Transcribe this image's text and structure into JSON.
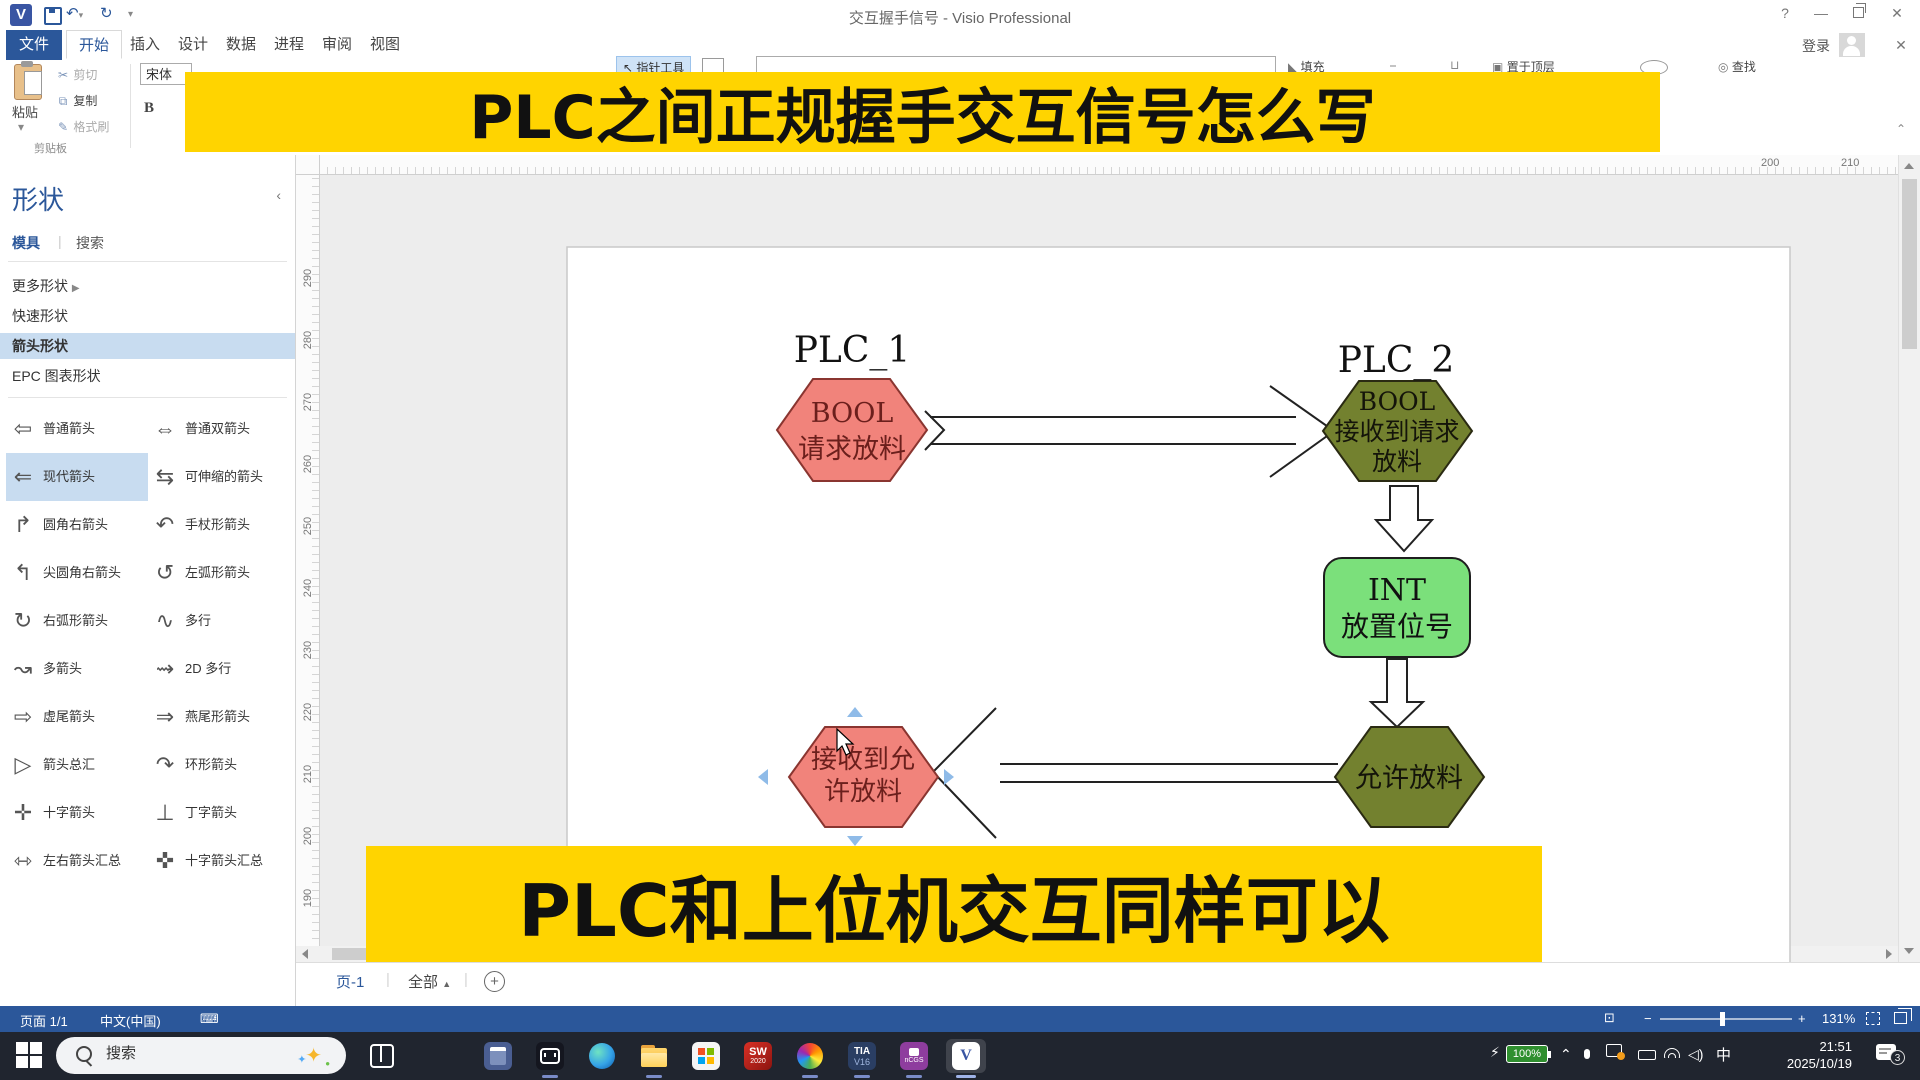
{
  "window": {
    "title": "交互握手信号 - Visio Professional",
    "signin_label": "登录",
    "controls": {
      "help": "?",
      "minimize": "—",
      "close": "✕"
    }
  },
  "ribbon": {
    "tabs": [
      {
        "label": "文件"
      },
      {
        "label": "开始"
      },
      {
        "label": "插入"
      },
      {
        "label": "设计"
      },
      {
        "label": "数据"
      },
      {
        "label": "进程"
      },
      {
        "label": "审阅"
      },
      {
        "label": "视图"
      }
    ],
    "active_tab": "开始",
    "clipboard": {
      "paste": "粘贴",
      "cut": "剪切",
      "copy": "复制",
      "format_painter": "格式刷",
      "group_label": "剪贴板"
    },
    "font_name": "宋体",
    "bold_label": "B",
    "pointer_tool": "指针工具",
    "fill_label": "填充",
    "bring_front_label": "置于顶层",
    "find_label": "查找"
  },
  "banners": {
    "top": "PLC之间正规握手交互信号怎么写",
    "bottom": "PLC和上位机交互同样可以",
    "background": "#FFD400",
    "text_color": "#111111"
  },
  "shapes_panel": {
    "title": "形状",
    "collapse_icon": "‹",
    "tabs": [
      {
        "label": "模具",
        "active": true
      },
      {
        "label": "搜索",
        "active": false
      }
    ],
    "more_shapes": "更多形状",
    "quick_shapes": "快速形状",
    "arrow_shapes": "箭头形状",
    "epc_shapes": "EPC 图表形状",
    "selected_category": "箭头形状",
    "selected_item": "现代箭头",
    "items": [
      {
        "glyph": "⇦",
        "label": "普通箭头"
      },
      {
        "glyph": "⇔",
        "label": "普通双箭头"
      },
      {
        "glyph": "⇐",
        "label": "现代箭头"
      },
      {
        "glyph": "⇆",
        "label": "可伸缩的箭头"
      },
      {
        "glyph": "↱",
        "label": "圆角右箭头"
      },
      {
        "glyph": "↶",
        "label": "手杖形箭头"
      },
      {
        "glyph": "↰",
        "label": "尖圆角右箭头"
      },
      {
        "glyph": "↺",
        "label": "左弧形箭头"
      },
      {
        "glyph": "↻",
        "label": "右弧形箭头"
      },
      {
        "glyph": "∿",
        "label": "多行"
      },
      {
        "glyph": "↝",
        "label": "多箭头"
      },
      {
        "glyph": "⇝",
        "label": "2D 多行"
      },
      {
        "glyph": "⇨",
        "label": "虚尾箭头"
      },
      {
        "glyph": "⇒",
        "label": "燕尾形箭头"
      },
      {
        "glyph": "▷",
        "label": "箭头总汇"
      },
      {
        "glyph": "↷",
        "label": "环形箭头"
      },
      {
        "glyph": "✛",
        "label": "十字箭头"
      },
      {
        "glyph": "⊥",
        "label": "丁字箭头"
      },
      {
        "glyph": "⇿",
        "label": "左右箭头汇总"
      },
      {
        "glyph": "✜",
        "label": "十字箭头汇总"
      }
    ]
  },
  "rulers": {
    "vertical": [
      "290",
      "280",
      "270",
      "260",
      "250",
      "240",
      "230",
      "220",
      "210",
      "200",
      "190"
    ],
    "horizontal": [
      "200",
      "210"
    ]
  },
  "diagram": {
    "plc1_label": "PLC_1",
    "plc2_label": "PLC_2",
    "request_hex": {
      "line1": "BOOL",
      "line2": "请求放料",
      "fill": "#F1837B"
    },
    "receive_hex": {
      "line1": "BOOL",
      "line2": "接收到请求",
      "line3": "放料",
      "fill": "#73812F"
    },
    "int_box": {
      "line1": "INT",
      "line2": "放置位号",
      "fill": "#7BE07B"
    },
    "allow_hex": {
      "label": "允许放料",
      "fill": "#73812F"
    },
    "receive_allow_hex": {
      "line1": "接收到允",
      "line2": "许放料",
      "fill": "#F1837B"
    }
  },
  "page_tabs": {
    "page": "页-1",
    "all": "全部",
    "all_arrow": "▲",
    "add": "+"
  },
  "status_bar": {
    "page_info": "页面 1/1",
    "language": "中文(中国)",
    "keyboard_icon": "⌨",
    "zoom_percent": "131%"
  },
  "taskbar": {
    "search_placeholder": "搜索",
    "apps": [
      {
        "name": "task-view"
      },
      {
        "name": "calculator"
      },
      {
        "name": "doubao-bot"
      },
      {
        "name": "edge"
      },
      {
        "name": "file-explorer"
      },
      {
        "name": "microsoft-store"
      },
      {
        "name": "solidworks",
        "label": "SW",
        "sub": "2020"
      },
      {
        "name": "photos"
      },
      {
        "name": "tia-portal",
        "label": "TIA",
        "sub": "V16"
      },
      {
        "name": "ncgs",
        "label": "nCGS"
      },
      {
        "name": "visio",
        "label": "V"
      }
    ],
    "tray": {
      "battery": "100%",
      "ime": "中",
      "time": "21:51",
      "date": "2025/10/19",
      "notification_count": "3"
    }
  }
}
